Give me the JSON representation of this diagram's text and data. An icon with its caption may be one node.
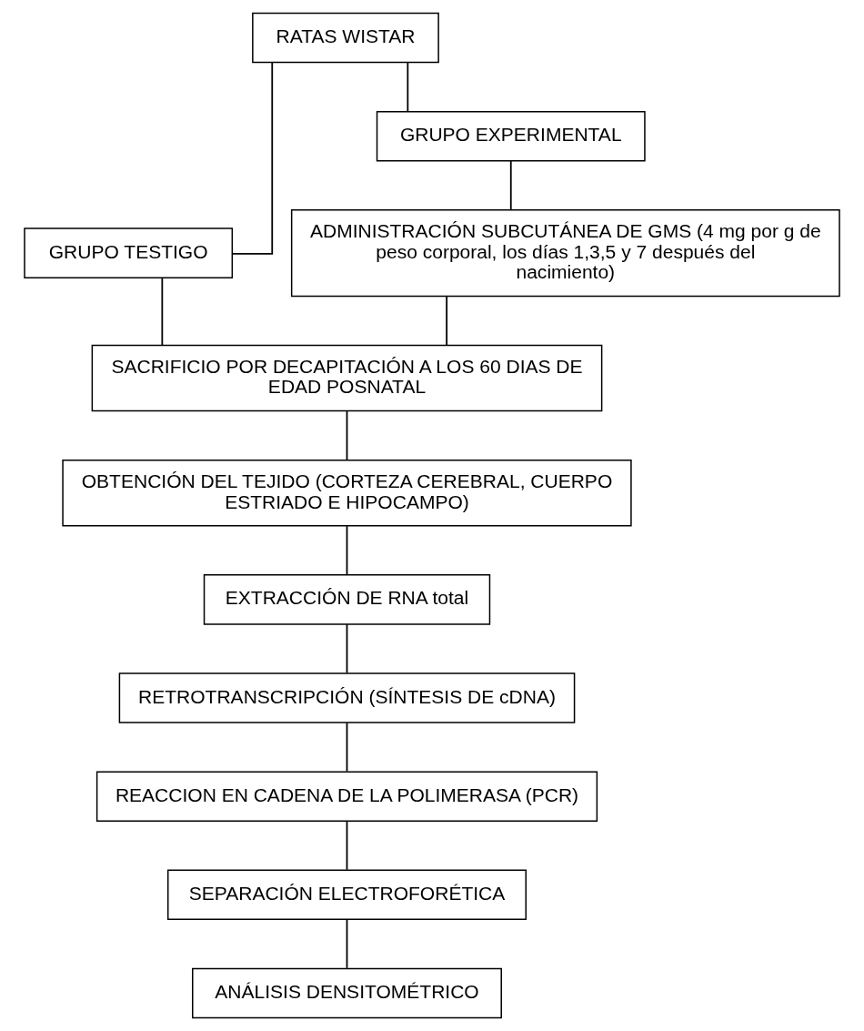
{
  "diagram": {
    "nodes": [
      {
        "text": [
          "RATAS WISTAR"
        ]
      },
      {
        "text": [
          "GRUPO TESTIGO"
        ]
      },
      {
        "text": [
          "GRUPO EXPERIMENTAL"
        ]
      },
      {
        "text": [
          "ADMINISTRACIÓN SUBCUTÁNEA DE GMS (4 mg por g de peso corporal, los días 1,3,5 y 7 después del nacimiento)"
        ]
      },
      {
        "text": [
          "SACRIFICIO POR DECAPITACIÓN A LOS 60 DIAS DE EDAD POSNATAL"
        ]
      },
      {
        "text": [
          "OBTENCIÓN DEL TEJIDO (CORTEZA CEREBRAL, CUERPO ESTRIADO E HIPOCAMPO)"
        ]
      },
      {
        "text": [
          "EXTRACCIÓN DE RNA total"
        ]
      },
      {
        "text": [
          "RETROTRANSCRIPCIÓN (SÍNTESIS DE cDNA)"
        ]
      },
      {
        "text": [
          "REACCION EN CADENA DE LA POLIMERASA (PCR)"
        ]
      },
      {
        "text": [
          "SEPARACIÓN ELECTROFORÉTICA"
        ]
      },
      {
        "text": [
          "ANÁLISIS DENSITOMÉTRICO"
        ]
      }
    ],
    "edges": [
      {
        "from": 0,
        "to": 1,
        "arrow": "none"
      },
      {
        "from": 0,
        "to": 2,
        "arrow": "none"
      },
      {
        "from": 2,
        "to": 3,
        "arrow": "none"
      },
      {
        "from": 3,
        "to": 4,
        "arrow": "none"
      },
      {
        "from": 1,
        "to": 4,
        "arrow": "none"
      },
      {
        "from": 4,
        "to": 5,
        "arrow": "none"
      },
      {
        "from": 5,
        "to": 6,
        "arrow": "none"
      },
      {
        "from": 6,
        "to": 7,
        "arrow": "none"
      },
      {
        "from": 7,
        "to": 8,
        "arrow": "none"
      },
      {
        "from": 8,
        "to": 9,
        "arrow": "none"
      },
      {
        "from": 9,
        "to": 10,
        "arrow": "none"
      }
    ]
  }
}
